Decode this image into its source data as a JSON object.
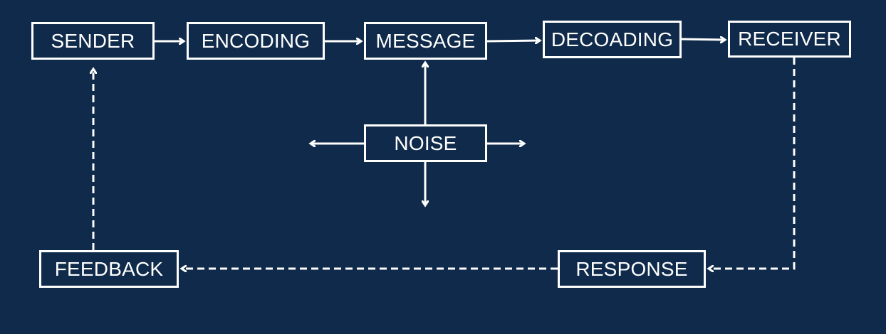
{
  "diagram": {
    "colors": {
      "background": "#0f2a4a",
      "stroke": "#ffffff",
      "text": "#ffffff"
    },
    "nodes": {
      "sender": "SENDER",
      "encoding": "ENCODING",
      "message": "MESSAGE",
      "decoding": "DECOADING",
      "receiver": "RECEIVER",
      "noise": "NOISE",
      "response": "RESPONSE",
      "feedback": "FEEDBACK"
    },
    "edges": [
      {
        "from": "SENDER",
        "to": "ENCODING",
        "style": "solid"
      },
      {
        "from": "ENCODING",
        "to": "MESSAGE",
        "style": "solid"
      },
      {
        "from": "MESSAGE",
        "to": "DECOADING",
        "style": "solid"
      },
      {
        "from": "DECOADING",
        "to": "RECEIVER",
        "style": "solid"
      },
      {
        "from": "NOISE",
        "to": "MESSAGE",
        "style": "solid"
      },
      {
        "from": "NOISE",
        "to": "left",
        "style": "solid"
      },
      {
        "from": "NOISE",
        "to": "right",
        "style": "solid"
      },
      {
        "from": "NOISE",
        "to": "down",
        "style": "solid"
      },
      {
        "from": "RECEIVER",
        "to": "RESPONSE",
        "style": "dashed"
      },
      {
        "from": "RESPONSE",
        "to": "FEEDBACK",
        "style": "dashed"
      },
      {
        "from": "FEEDBACK",
        "to": "SENDER",
        "style": "dashed"
      }
    ]
  }
}
